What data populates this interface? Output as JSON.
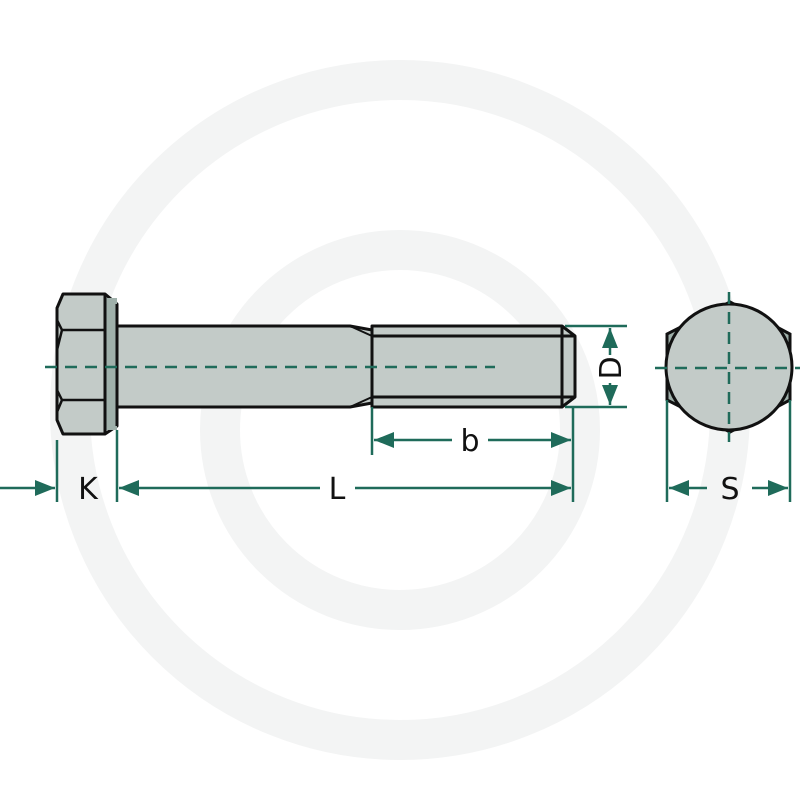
{
  "colors": {
    "dimension": "#1f6b5a",
    "body_fill": "#c3cbc8",
    "shade_fill": "#9fb0aa",
    "outline": "#111111"
  },
  "labels": {
    "K": "K",
    "L": "L",
    "b": "b",
    "D": "D",
    "S": "S"
  }
}
